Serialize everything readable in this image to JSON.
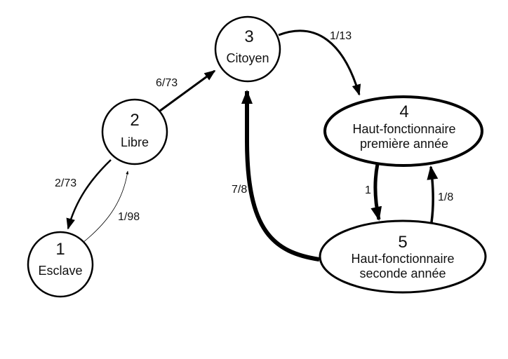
{
  "diagram": {
    "type": "state-transition-graph",
    "colors": {
      "stroke": "#000000",
      "fill": "#ffffff",
      "text": "#111111"
    },
    "nodes": [
      {
        "id": "1",
        "number": "1",
        "label": "Esclave"
      },
      {
        "id": "2",
        "number": "2",
        "label": "Libre"
      },
      {
        "id": "3",
        "number": "3",
        "label": "Citoyen"
      },
      {
        "id": "4",
        "number": "4",
        "label": "Haut-fonctionnaire",
        "label2": "première année"
      },
      {
        "id": "5",
        "number": "5",
        "label": "Haut-fonctionnaire",
        "label2": "seconde année"
      }
    ],
    "edges": [
      {
        "from": "2",
        "to": "1",
        "label": "2/73"
      },
      {
        "from": "1",
        "to": "2",
        "label": "1/98"
      },
      {
        "from": "2",
        "to": "3",
        "label": "6/73"
      },
      {
        "from": "3",
        "to": "4",
        "label": "1/13"
      },
      {
        "from": "4",
        "to": "5",
        "label": "1"
      },
      {
        "from": "5",
        "to": "4",
        "label": "1/8"
      },
      {
        "from": "5",
        "to": "3",
        "label": "7/8"
      }
    ]
  }
}
